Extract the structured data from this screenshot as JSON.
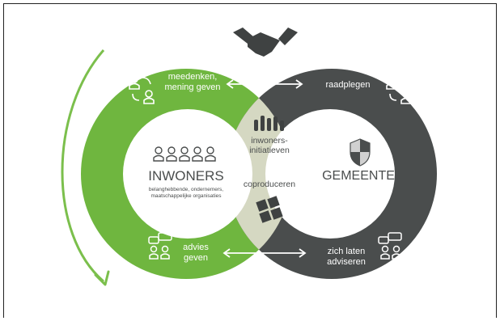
{
  "colors": {
    "green": "#6fb63f",
    "dark": "#4a4d4d",
    "overlap": "#d5d8c2",
    "white": "#ffffff",
    "icon_dark": "#3f4242",
    "arrow_green": "#7bbf4c"
  },
  "icons": [
    "handshake-icon",
    "people-exchange-icon",
    "raised-hands-icon",
    "group-people-icon",
    "shield-icon",
    "puzzle-icon",
    "advice-people-icon"
  ],
  "left_circle": {
    "title": "INWONERS",
    "subtitle_line1": "belanghebbende, ondernemers,",
    "subtitle_line2": "maatschappelijke organisaties"
  },
  "right_circle": {
    "title": "GEMEENTE"
  },
  "overlap": {
    "top_line1": "inwoners-",
    "top_line2": "initiatieven",
    "middle": "coproduceren"
  },
  "flows": {
    "top_left_line1": "meedenken,",
    "top_left_line2": "mening geven",
    "top_right": "raadplegen",
    "bottom_left_line1": "advies",
    "bottom_left_line2": "geven",
    "bottom_right_line1": "zich laten",
    "bottom_right_line2": "adviseren"
  }
}
